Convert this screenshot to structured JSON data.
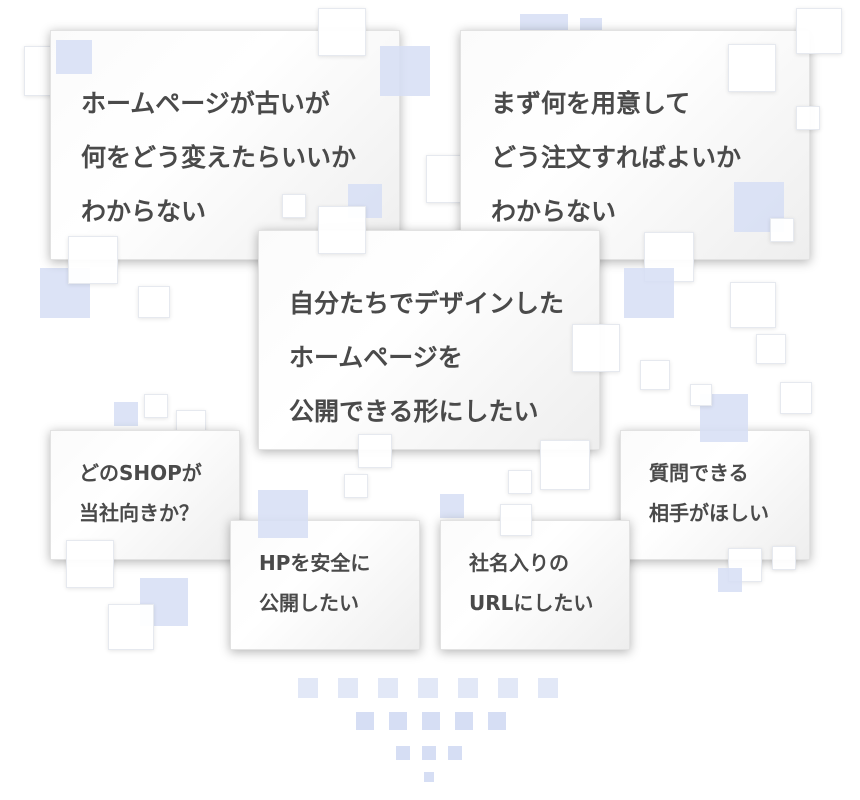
{
  "cards": {
    "top_left": [
      "ホームページが古いが",
      "何をどう変えたらいいか",
      "わからない"
    ],
    "top_right": [
      "まず何を用意して",
      "どう注文すればよいか",
      "わからない"
    ],
    "center": [
      "自分たちでデザインした",
      "ホームページを",
      "公開できる形にしたい"
    ],
    "shop": [
      "どのSHOPが",
      "当社向きか？"
    ],
    "hp_safe": [
      "HPを安全に",
      "公開したい"
    ],
    "url": [
      "社名入りの",
      "URLにしたい"
    ],
    "question": [
      "質問できる",
      "相手がほしい"
    ]
  },
  "colors": {
    "text": "#4a4a4a",
    "accent_square": "#d6def4",
    "arrow_dot": "#e2e8f7"
  }
}
